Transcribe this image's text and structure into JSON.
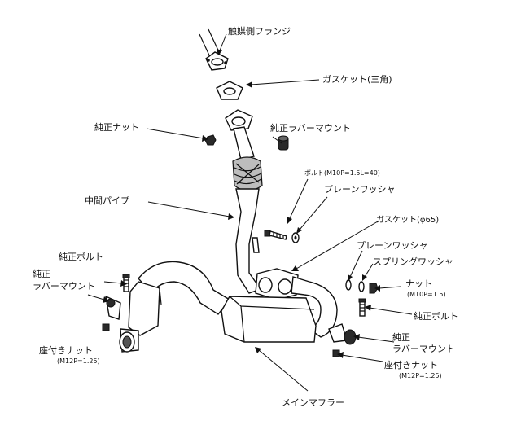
{
  "labels": {
    "catalyst_flange": "触媒側フランジ",
    "gasket_triangle": "ガスケット(三角)",
    "stock_nut_top": "純正ナット",
    "stock_rubber_mount_top": "純正ラバーマウント",
    "bolt": "ボルト(M10P=1.5L=40)",
    "plain_washer_top": "プレーンワッシャ",
    "mid_pipe": "中間パイプ",
    "gasket_65": "ガスケット(φ65)",
    "plain_washer_right": "プレーンワッシャ",
    "spring_washer": "スプリングワッシャ",
    "nut": "ナット",
    "nut_spec": "(M10P=1.5)",
    "stock_bolt_left": "純正ボルト",
    "stock_rubber_mount_left_1": "純正",
    "stock_rubber_mount_left_2": "ラバーマウント",
    "stock_bolt_right": "純正ボルト",
    "stock_rubber_mount_right_1": "純正",
    "stock_rubber_mount_right_2": "ラバーマウント",
    "seated_nut_left": "座付きナット",
    "seated_nut_left_spec": "(M12P=1.25)",
    "seated_nut_right": "座付きナット",
    "seated_nut_right_spec": "(M12P=1.25)",
    "main_muffler": "メインマフラー"
  }
}
